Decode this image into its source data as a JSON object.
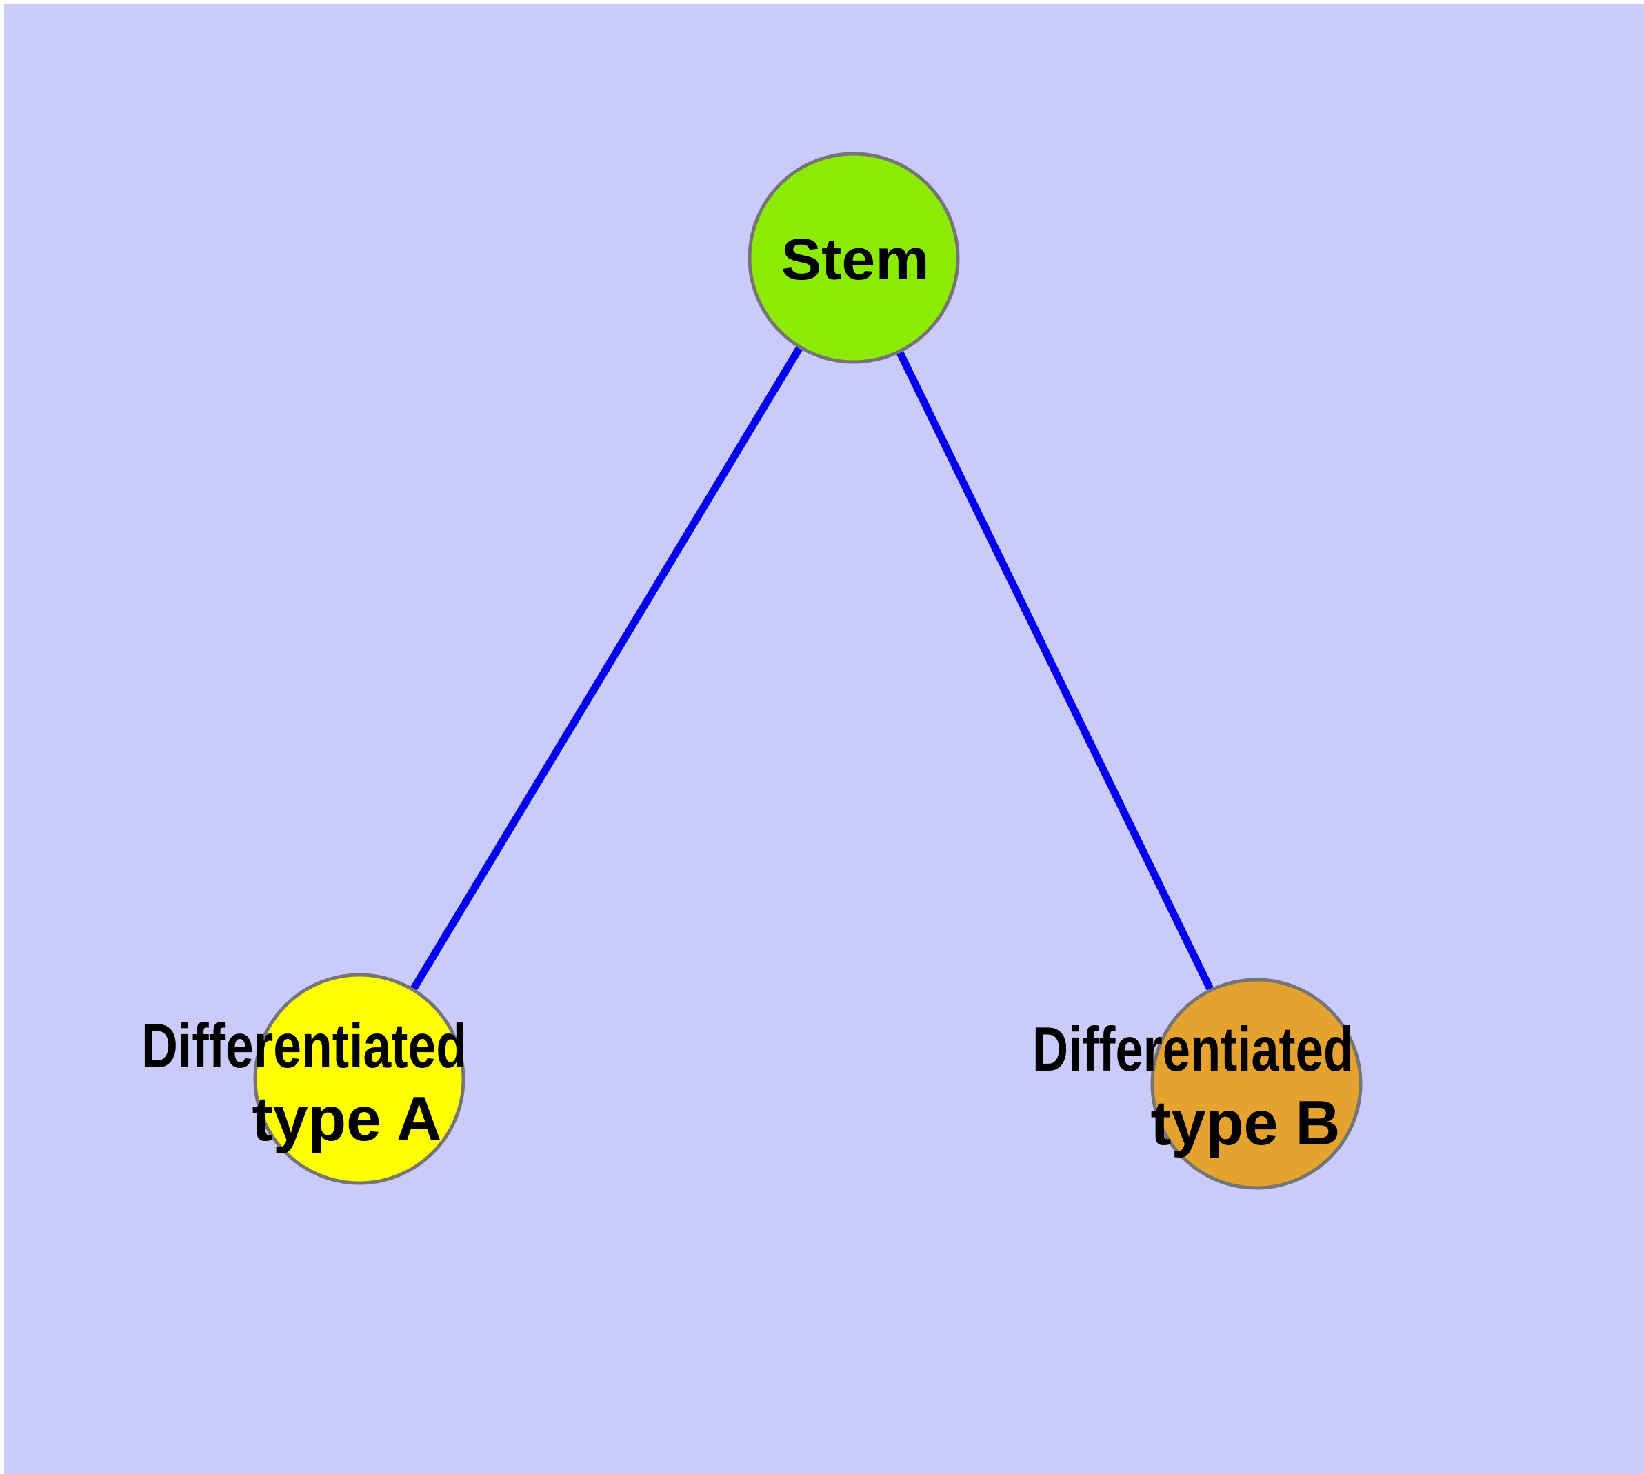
{
  "figure": {
    "type": "graph-diagram",
    "title": "Stem cell differentiation graph",
    "background_color": "#CBCBF9",
    "margin_color": "#FFFFFF",
    "node_border_color": "#757575",
    "label_color": "#000000",
    "nodes": [
      {
        "id": "stem",
        "label": "Stem",
        "fill": "#8CEB00"
      },
      {
        "id": "differentiated-type-a",
        "label_line1": "Differentiated",
        "label_line2": "type A",
        "fill": "#FFFF00"
      },
      {
        "id": "differentiated-type-b",
        "label_line1": "Differentiated",
        "label_line2": "type B",
        "fill": "#E6A22F"
      }
    ],
    "edges": [
      {
        "from": "stem",
        "to": "differentiated-type-a",
        "color": "#0000EE"
      },
      {
        "from": "stem",
        "to": "differentiated-type-b",
        "color": "#0000EE"
      }
    ]
  }
}
